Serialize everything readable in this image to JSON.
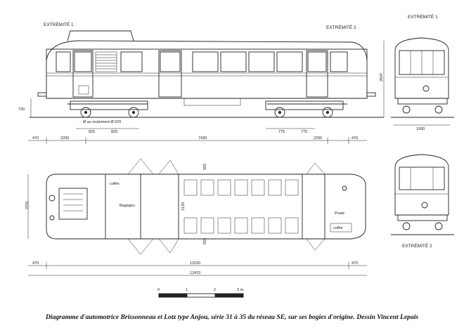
{
  "labels": {
    "extremite_1_side": "EXTRÉMITÉ 1",
    "extremite_2_side": "EXTRÉMITÉ 2",
    "extremite_1_end": "EXTRÉMITÉ 1",
    "extremite_2_end": "EXTRÉMITÉ 2",
    "wheel": "Ø au roulement Ø 625",
    "bagages": "Bagages",
    "coffre_1": "coffre",
    "coffre_2": "coffre",
    "poste": "Poste",
    "scale_unit": "3 m."
  },
  "dimensions": {
    "d730": "730",
    "d2647": "2647",
    "d1000": "1000",
    "d825a": "825",
    "d825b": "825",
    "d775a": "775",
    "d775b": "775",
    "d470a": "470",
    "d2200a": "2200",
    "d7430": "7430",
    "d2200b": "2200",
    "d470b": "470",
    "d2231": "2231",
    "d2120": "2120",
    "d555a": "555",
    "d555b": "555",
    "d470c": "470",
    "d11530": "11530",
    "d470d": "470",
    "d12470": "12470"
  },
  "scale_ticks": [
    "0",
    "1",
    "2"
  ],
  "caption": "Diagramme d'automotrice Brissonneau et Lotz type Anjou, série 31 à 35 du réseau SE, sur ses bogies d'origine. Dessin Vincent Lepais"
}
